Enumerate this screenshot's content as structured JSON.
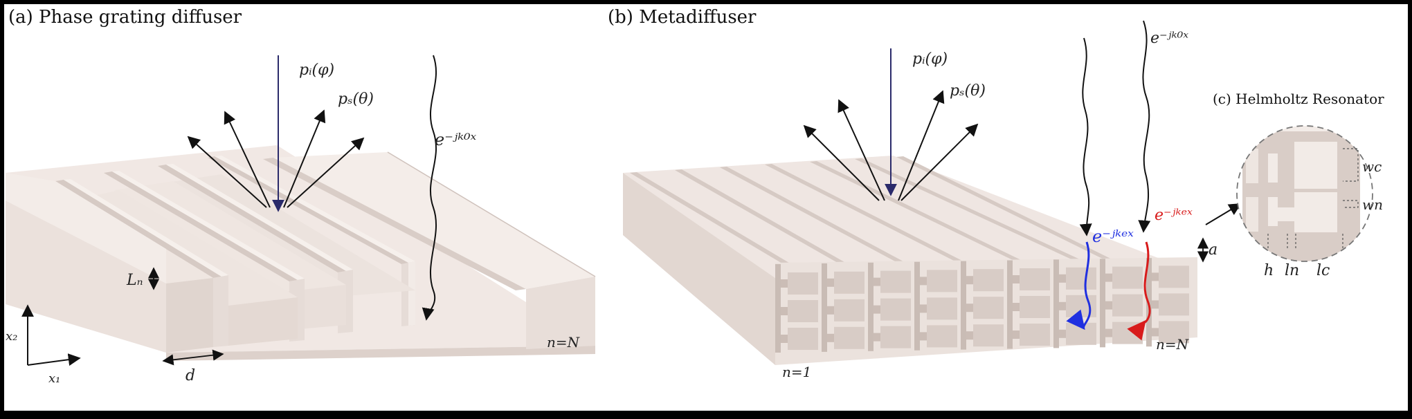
{
  "panel_a": {
    "title": "(a) Phase grating diffuser",
    "incident": "pᵢ(φ)",
    "scattered": "pₛ(θ)",
    "wave": "e⁻ʲᵏ⁰ˣ",
    "depth_label": "Lₙ",
    "width_label": "d",
    "last_well": "n=N",
    "axis_x1": "x₁",
    "axis_x2": "x₂"
  },
  "panel_b": {
    "title": "(b) Metadiffuser",
    "incident": "pᵢ(φ)",
    "scattered": "pₛ(θ)",
    "wave_top": "e⁻ʲᵏ⁰ˣ",
    "wave_blue": "e⁻ʲᵏᵉˣ",
    "wave_red": "e⁻ʲᵏᵉˣ",
    "first_slit": "n=1",
    "last_slit": "n=N",
    "height_label": "a"
  },
  "panel_c": {
    "title": "(c) Helmholtz Resonator",
    "w_cavity": "wc",
    "w_neck": "wn",
    "h": "h",
    "l_neck": "ln",
    "l_cavity": "lc"
  },
  "colors": {
    "background": "#ffffff",
    "frame": "#000000",
    "surface_top": "#f3ebe7",
    "surface_side": "#e4d9d4",
    "surface_shade": "#d3c6c0",
    "blue_wave": "#1f2fe0",
    "red_wave": "#d81b1b",
    "incident_arrow": "#2a2a6a"
  }
}
